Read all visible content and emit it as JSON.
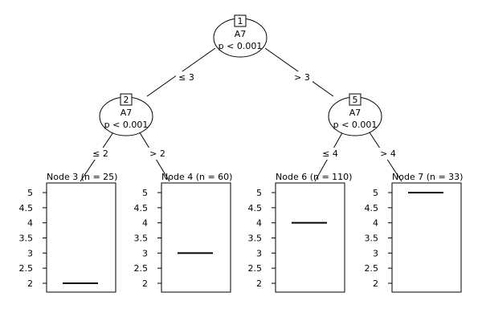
{
  "inner_nodes": [
    {
      "id": "1",
      "variable": "A7",
      "pvalue": "p < 0.001"
    },
    {
      "id": "2",
      "variable": "A7",
      "pvalue": "p < 0.001"
    },
    {
      "id": "5",
      "variable": "A7",
      "pvalue": "p < 0.001"
    }
  ],
  "edges": [
    {
      "label": "≤ 3"
    },
    {
      "label": "> 3"
    },
    {
      "label": "≤ 2"
    },
    {
      "label": "> 2"
    },
    {
      "label": "≤ 4"
    },
    {
      "label": "> 4"
    }
  ],
  "chart_data": {
    "type": "tree-boxplot",
    "y_ticks": [
      "5",
      "4.5",
      "4",
      "3.5",
      "3",
      "2.5",
      "2"
    ],
    "ylim": [
      1.8,
      5.3
    ],
    "terminal_nodes": [
      {
        "title": "Node 3 (n = 25)",
        "value": 2
      },
      {
        "title": "Node 4 (n = 60)",
        "value": 3
      },
      {
        "title": "Node 6 (n = 110)",
        "value": 4
      },
      {
        "title": "Node 7 (n = 33)",
        "value": 5
      }
    ]
  }
}
